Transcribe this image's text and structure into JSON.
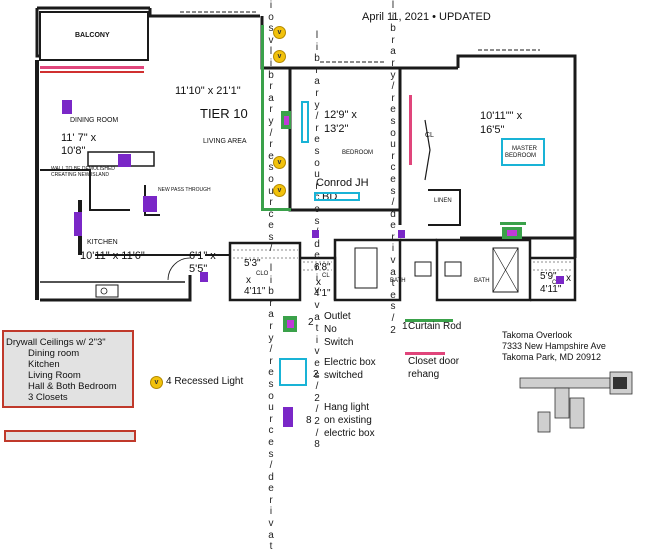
{
  "header": {
    "date_label": "April 11, 2021 • UPDATED"
  },
  "rooms": {
    "balcony": "BALCONY",
    "dining_room": "DINING ROOM",
    "dining_dims_line1": "11' 7\" x",
    "dining_dims_line2": "10'8\"",
    "wall_note_line1": "WALL TO BE DEMOLISHED",
    "wall_note_line2": "CREATING NEW ISLAND",
    "pass_through_note": "NEW PASS THROUGH",
    "living_dims": "11'10\" x 21'1\"",
    "tier": "TIER 10",
    "living_area": "LIVING AREA",
    "kitchen": "KITCHEN",
    "kitchen_dims": "10'11\" x 11'6\"",
    "hall_dims_line1": "6'1\" x",
    "hall_dims_line2": "5'5\"",
    "bedroom_dims_line1": "12'9\" x",
    "bedroom_dims_line2": "13'2\"",
    "bedroom": "BEDROOM",
    "bedroom_overlay_line1": "Conrod JH",
    "bedroom_overlay_line2": "BD",
    "closet_cl": "CL",
    "master_dims_line1": "10'11\"\" x",
    "master_dims_line2": "16'5\"",
    "master_label_line1": "MASTER",
    "master_label_line2": "BEDROOM",
    "linen": "LINEN",
    "bath": "BATH",
    "clo_dims_left_line1": "5'3\"",
    "clo_dims_left_mid": "CLO",
    "clo_dims_left_x": "x",
    "clo_dims_left_line2": "4'11\"",
    "clo_dims_mid_line1": "6'8\"",
    "clo_dims_mid_cl": "CL",
    "clo_dims_mid_x": "x",
    "clo_dims_mid_line2": "4'1\"",
    "clo_dims_right_line1": "5'9\"",
    "clo_dims_right_cl": "CL",
    "clo_dims_right_x": "x",
    "clo_dims_right_line2": "4'11\""
  },
  "legend": {
    "outlet_line1": "Outlet",
    "outlet_line2": "No",
    "outlet_line3": "Switch",
    "ebox_line1": "Electric box",
    "ebox_line2": "switched",
    "hang_line1": "Hang light",
    "hang_line2": "on existing",
    "hang_line3": "electric box",
    "curtain_rod": "Curtain Rod",
    "closet_door_line1": "Closet door",
    "closet_door_line2": "rehang",
    "recessed_symbol": "v",
    "recessed_label": "4  Recessed Light",
    "count_outlet": "2",
    "count_ebox": "2",
    "count_hang": "8",
    "count_curtain": "1"
  },
  "drywall": {
    "title": "Drywall Ceilings w/ 2\"3\"",
    "items": [
      "Dining room",
      "Kitchen",
      "Living Room",
      "Hall & Both Bedroom",
      "3 Closets"
    ]
  },
  "address": {
    "line1": "Takoma Overlook",
    "line2": "7333 New Hampshire Ave",
    "line3": "Takoma Park, MD 20912"
  },
  "watermark": {
    "col1": "iosvlibrary/resources/",
    "col2": "library/resources/deriv",
    "col3": "library/resources/derivates/2",
    "col4": "library/resources/derivat",
    "col5": "vatives/2/2/8"
  },
  "colors": {
    "wall": "#1a1a1a",
    "curtain_rod": "#3aa14a",
    "closet_door": "#e0457b",
    "hang_light": "#7a27c7",
    "electric_box": "#19b3d6",
    "recessed_light": "#f2c20b",
    "legend_border": "#c0392b"
  }
}
